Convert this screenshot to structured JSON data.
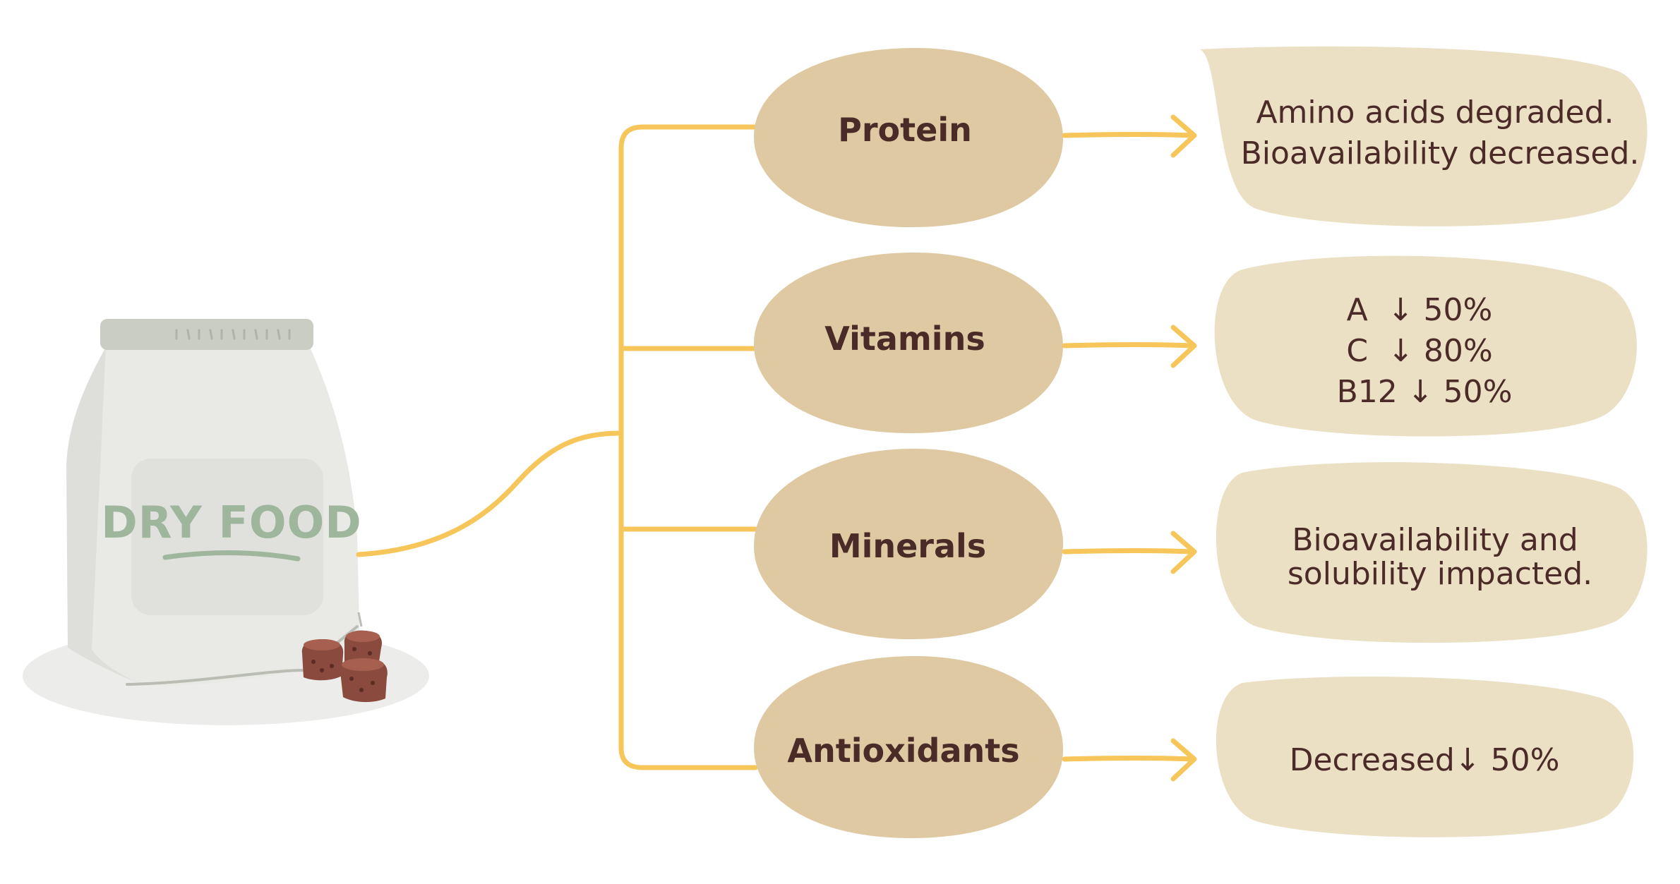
{
  "bag": {
    "label": "DRY FOOD"
  },
  "colors": {
    "connector": "#f7c65a",
    "nutrient_blob": "#dfc9a2",
    "effect_blob": "#ebdfc4",
    "text": "#4a2b27",
    "bag": "#e9eae6",
    "bag_label": "#9eb69b",
    "kibble": "#8a4a3e"
  },
  "nutrients": [
    {
      "name": "Protein",
      "effect_lines": [
        "Amino acids degraded.",
        "Bioavailability decreased."
      ]
    },
    {
      "name": "Vitamins",
      "effect_lines": [
        "A  ↓ 50%",
        "C  ↓ 80%",
        "B12 ↓ 50%"
      ]
    },
    {
      "name": "Minerals",
      "effect_lines": [
        "Bioavailability and",
        "solubility impacted."
      ]
    },
    {
      "name": "Antioxidants",
      "effect_lines": [
        "Decreased↓ 50%"
      ]
    }
  ],
  "icons": [
    "dry-food-bag-icon",
    "kibble-icon",
    "arrow-right-icon",
    "arrow-down-icon"
  ]
}
